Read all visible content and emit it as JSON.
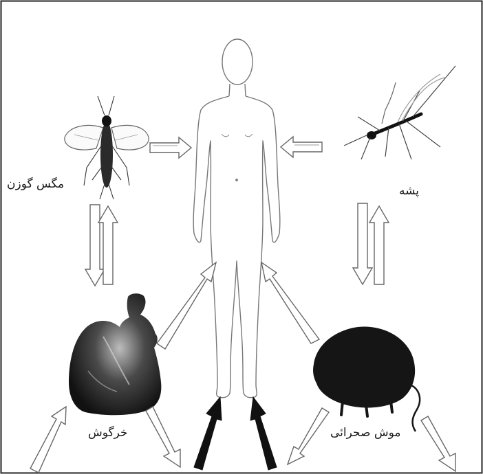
{
  "labels": {
    "fly": "مگس گوزن",
    "mosquito": "پشه",
    "rabbit": "خرگوش",
    "mouse": "موش صحرائی"
  }
}
